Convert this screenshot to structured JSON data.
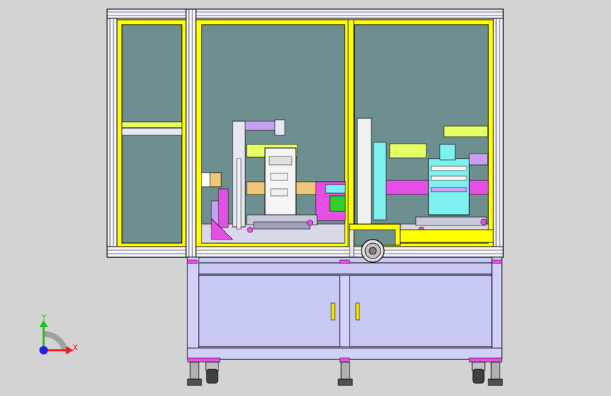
{
  "viewport": {
    "background": "#d3d3d3"
  },
  "colors": {
    "frame_yellow": "#ffff00",
    "frame_outline": "#000000",
    "profile_light": "#e6e6f2",
    "glass": "#6e8f8f",
    "cabinet": "#c8c8f5",
    "cabinet_dark": "#a8a8e6",
    "accent_magenta": "#e64fe6",
    "accent_cyan": "#7ff0f0",
    "accent_lime": "#e6ff66",
    "accent_orange": "#f0c878",
    "accent_violet": "#c8a0f0",
    "accent_green": "#33cc33",
    "handle_yellow": "#f5e600"
  },
  "machine": {
    "parts": [
      "frame",
      "glass-panels",
      "cabinet",
      "cabinet-doors",
      "feet",
      "casters",
      "door-handles",
      "handwheel"
    ]
  },
  "triad": {
    "x_label": "X",
    "y_label": "Y",
    "x_color": "#e62020",
    "y_color": "#20c020",
    "z_color": "#2020e6"
  }
}
